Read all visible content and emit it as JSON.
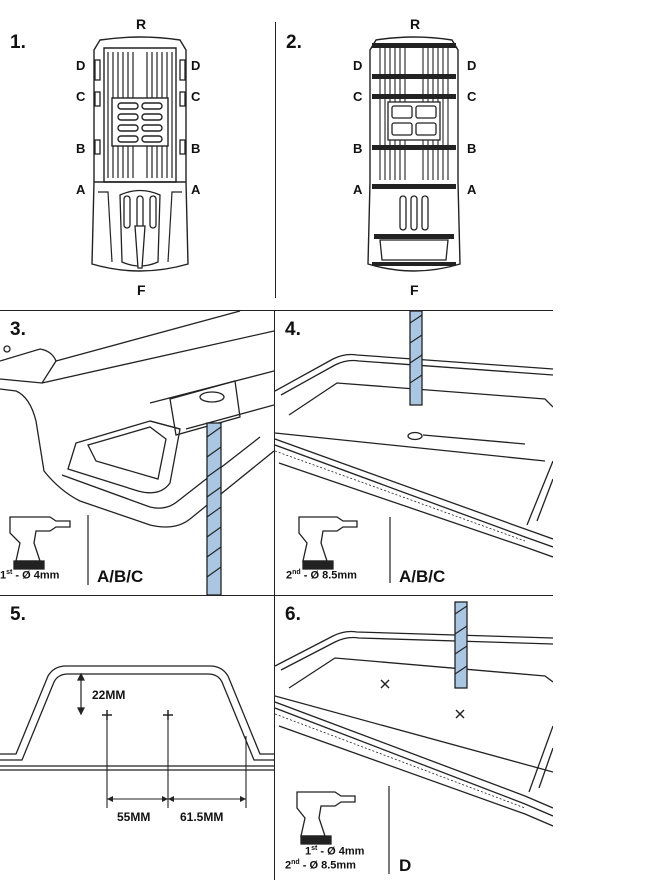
{
  "steps": [
    "1.",
    "2.",
    "3.",
    "4.",
    "5.",
    "6."
  ],
  "position_labels": {
    "top": "R",
    "bottom": "F",
    "d": "D",
    "c": "C",
    "b": "B",
    "a": "A"
  },
  "panel3": {
    "drill_sup": "st",
    "drill_pre": "1",
    "drill_rest": " - Ø 4mm",
    "positions": "A/B/C"
  },
  "panel4": {
    "drill_sup": "nd",
    "drill_pre": "2",
    "drill_rest": " - Ø 8.5mm",
    "positions": "A/B/C"
  },
  "panel5": {
    "dim_vertical": "22MM",
    "dim_left": "55MM",
    "dim_right": "61.5MM"
  },
  "panel6": {
    "line1_pre": "1",
    "line1_sup": "st",
    "line1_rest": " - Ø 4mm",
    "line2_pre": "2",
    "line2_sup": "nd",
    "line2_rest": " - Ø 8.5mm",
    "position": "D"
  },
  "colors": {
    "drill_bit": "#a9c7e3",
    "line": "#222222"
  }
}
